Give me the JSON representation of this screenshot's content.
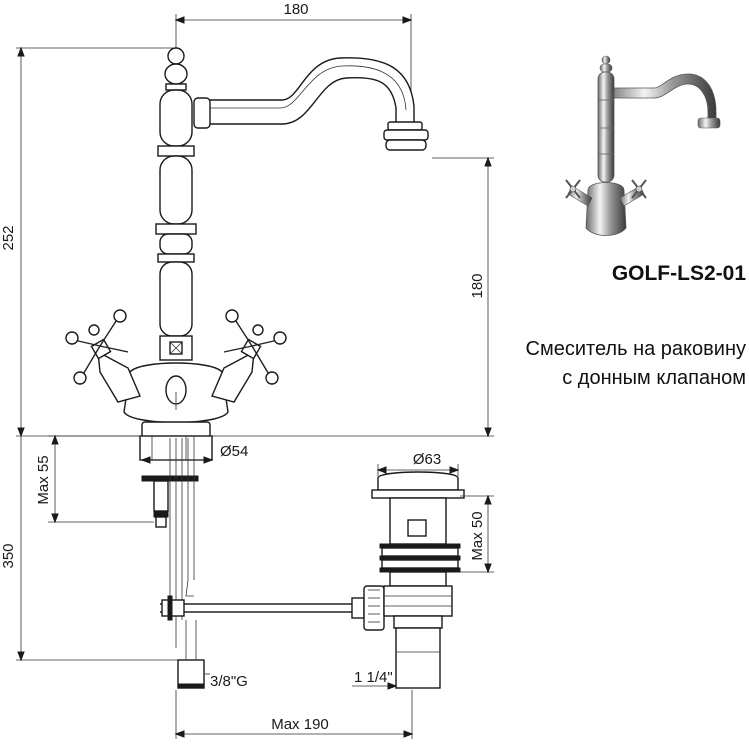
{
  "product": {
    "model": "GOLF-LS2-01",
    "description_line1": "Смеситель на раковину",
    "description_line2": "с донным клапаном"
  },
  "dimensions": {
    "spout_reach": "180",
    "total_height": "252",
    "spout_height": "180",
    "base_diameter": "Ø54",
    "max_thickness": "Max 55",
    "hose_length": "350",
    "drain_diameter": "Ø63",
    "drain_max": "Max 50",
    "connection": "3/8\"G",
    "drain_thread": "1 1/4\"",
    "max_width": "Max 190"
  }
}
